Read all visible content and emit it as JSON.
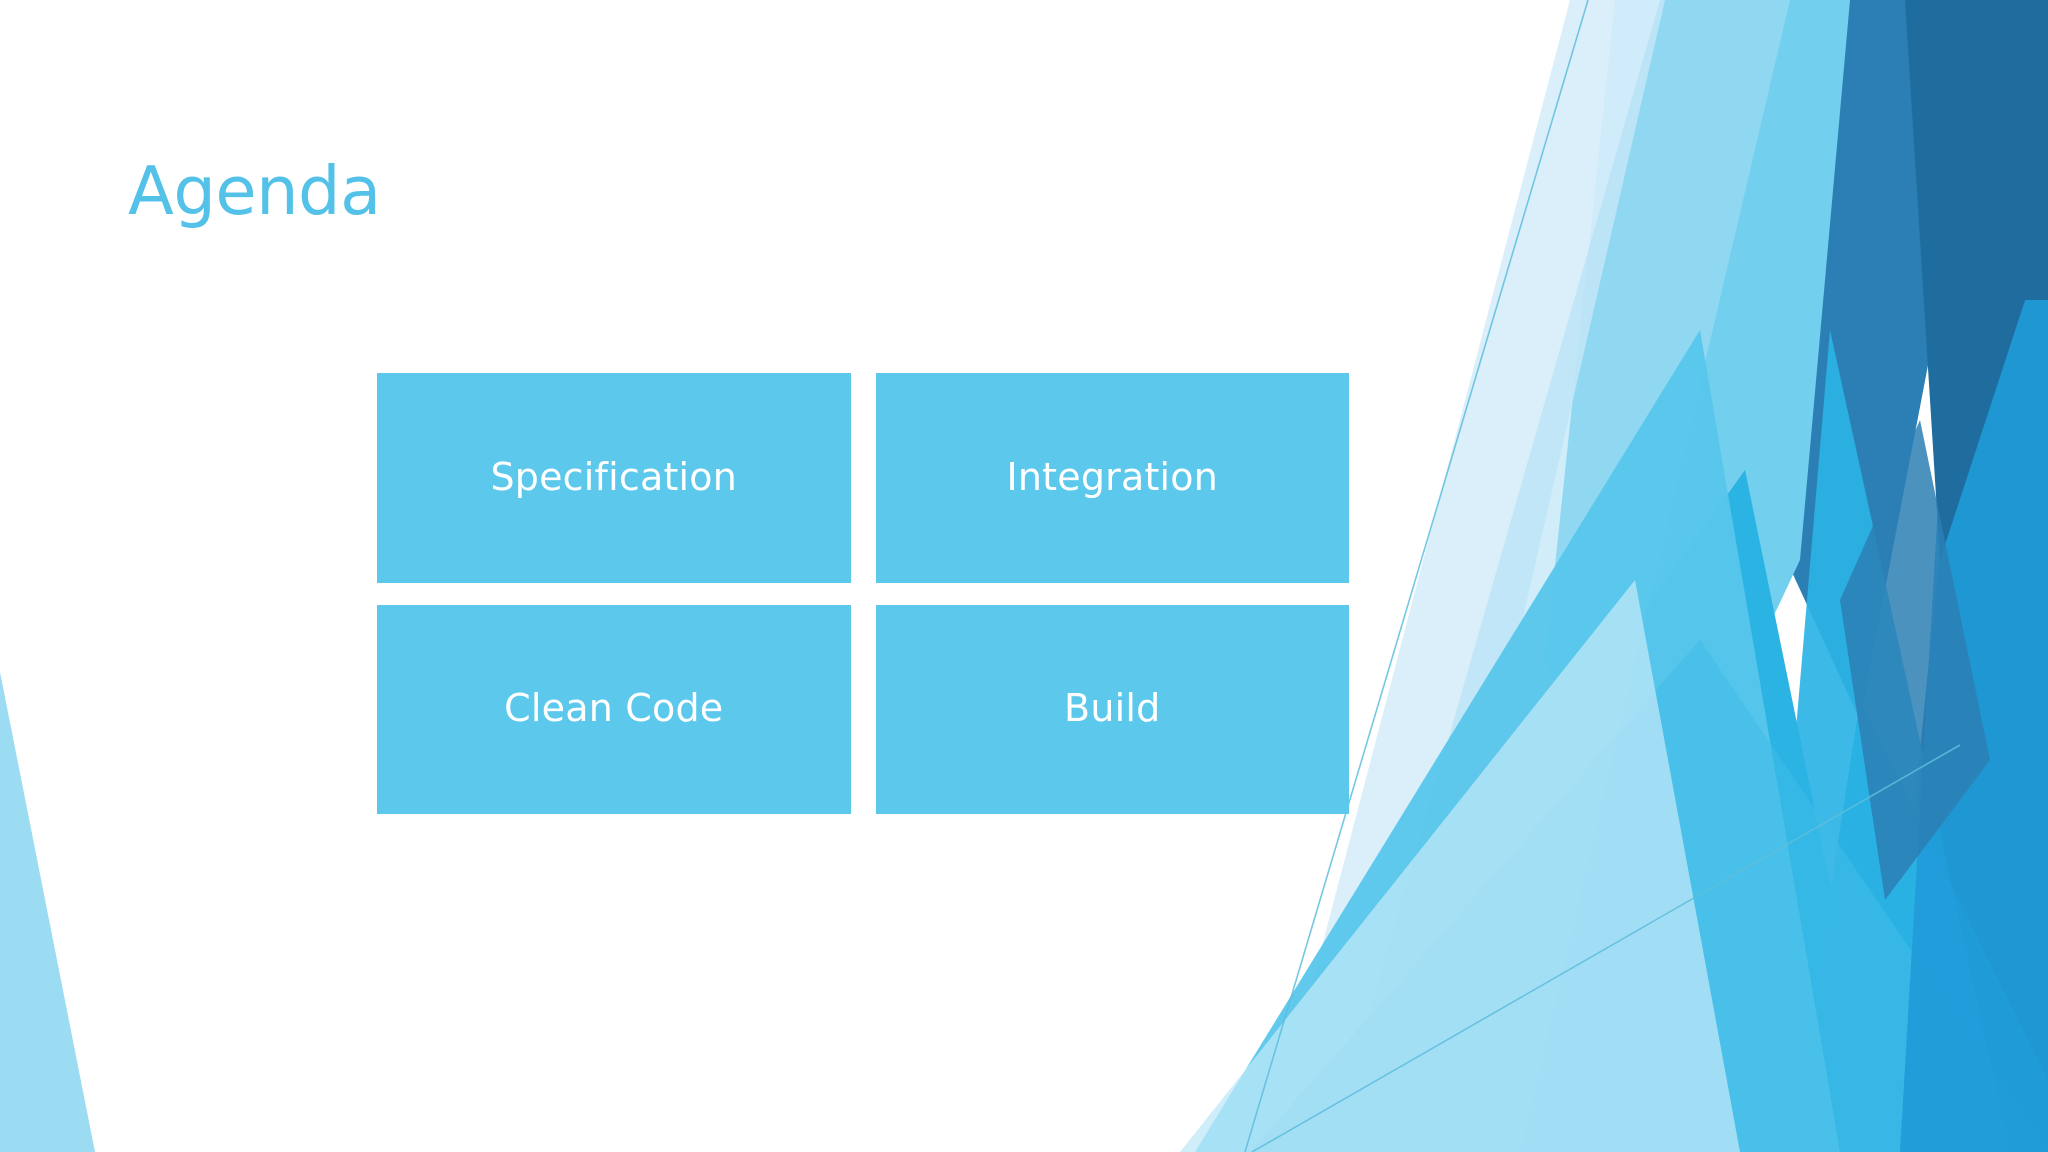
{
  "slide": {
    "title": "Agenda",
    "title_color": "#54C2E8",
    "background_color": "#FFFFFF",
    "accent_color": "#5BC8EC",
    "card_text_color": "#FFFFFF"
  },
  "agenda": {
    "cards": [
      {
        "label": "Specification"
      },
      {
        "label": "Integration"
      },
      {
        "label": "Clean Code"
      },
      {
        "label": "Build"
      }
    ]
  },
  "decoration": {
    "name": "facet-angled-polygons",
    "palette": {
      "white": "#FFFFFF",
      "pale_blue": "#E4F4FC",
      "light_blue": "#A9DFF4",
      "sky_blue": "#72CFEE",
      "mid_blue": "#57C6EB",
      "bright_blue": "#2BB3E4",
      "deep_blue": "#1F9BD8",
      "steel_blue": "#2B7FB4",
      "dark_blue": "#1F6D9E",
      "hairline": "#5FBEDC"
    }
  }
}
